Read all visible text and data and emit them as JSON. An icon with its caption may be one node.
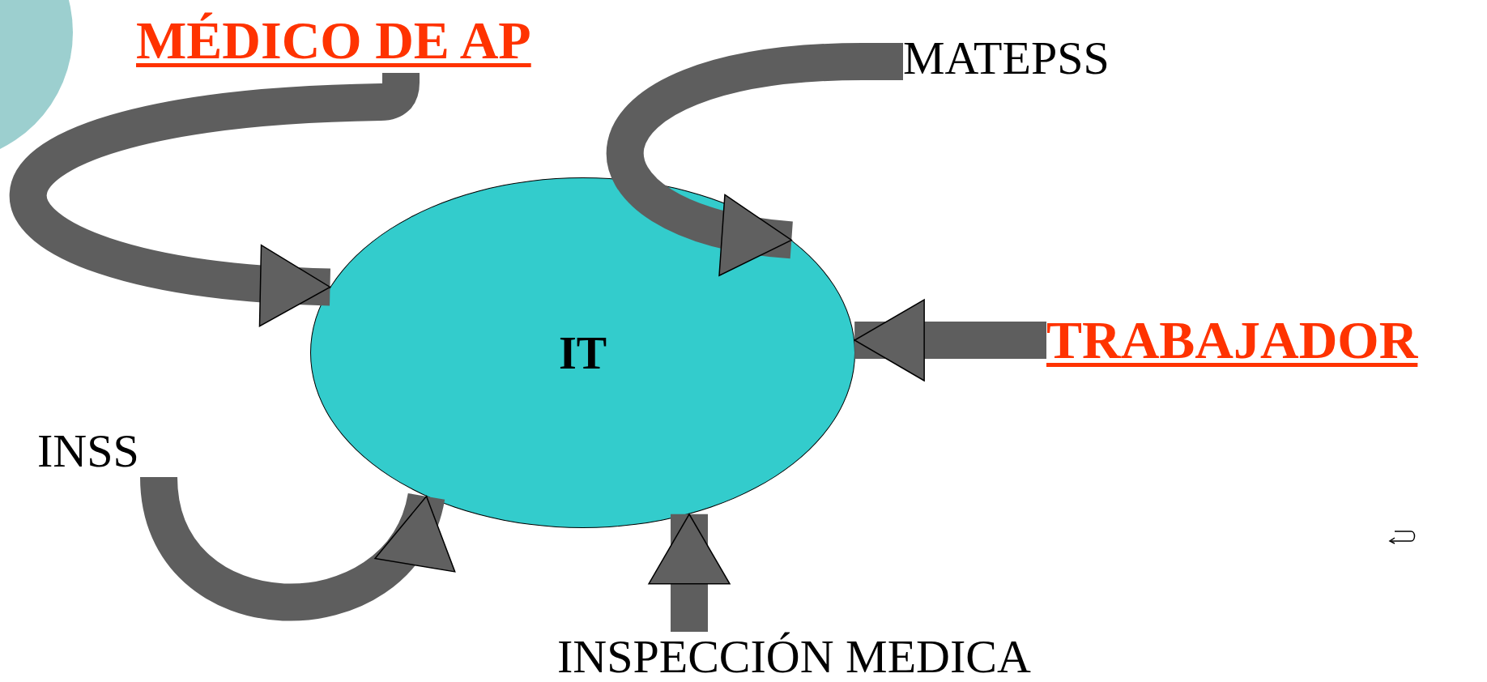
{
  "diagram": {
    "nodes": [
      {
        "text": [
          "MÉDICO DE AP"
        ]
      },
      {
        "text": [
          "MATEPSS"
        ]
      },
      {
        "text": [
          "IT"
        ]
      },
      {
        "text": [
          "TRABAJADOR"
        ]
      },
      {
        "text": [
          "INSS"
        ]
      },
      {
        "text": [
          "INSPECCIÓN MEDICA"
        ]
      }
    ],
    "edges": [
      {
        "from": 0,
        "to": 2,
        "arrow": "to"
      },
      {
        "from": 1,
        "to": 2,
        "arrow": "to"
      },
      {
        "from": 3,
        "to": 2,
        "arrow": "to"
      },
      {
        "from": 4,
        "to": 2,
        "arrow": "to"
      },
      {
        "from": 5,
        "to": 2,
        "arrow": "to"
      }
    ]
  }
}
